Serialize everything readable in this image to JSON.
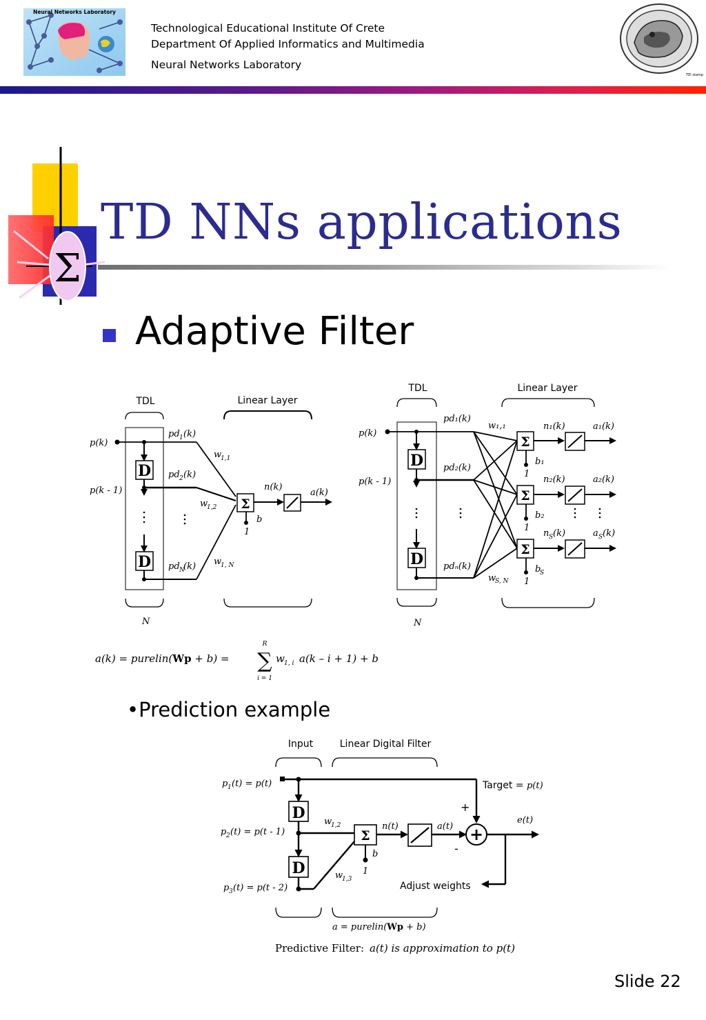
{
  "header": {
    "line1": "Technological Educational Institute Of Crete",
    "line2": "Department Of Applied Informatics and Multimedia",
    "line3": "Neural Networks Laboratory",
    "logo_text": "Neural Networks Laboratory",
    "seal_caption": "TEI stamp"
  },
  "colors": {
    "title": "#2b2c8f",
    "bullet": "#3333cc",
    "bar_start": "#1a1a8c",
    "bar_mid": "#8b1a8b",
    "bar_end": "#ff2200"
  },
  "title": "TD NNs applications",
  "bullet": "Adaptive Filter",
  "sub_bullet": "•Prediction example",
  "slide_number": "Slide 22",
  "diagram1": {
    "tdl": "TDL",
    "linear_layer": "Linear Layer",
    "p_k": "p(k)",
    "p_k1": "p(k - 1)",
    "pd1": "pd",
    "pd1_sub": "1",
    "pd2": "pd",
    "pd2_sub": "2",
    "pdN": "pd",
    "pdN_sub": "N",
    "k_arg": "(k)",
    "w11": "w",
    "w11_sub": "1,1",
    "w12": "w",
    "w12_sub": "1,2",
    "w1N": "w",
    "w1N_sub": "1, N",
    "n_k": "n(k)",
    "a_k": "a(k)",
    "b": "b",
    "one": "1",
    "N": "N",
    "D": "D",
    "sigma": "Σ"
  },
  "diagram2": {
    "tdl": "TDL",
    "linear_layer": "Linear Layer",
    "p_k": "p(k)",
    "p_k1": "p(k - 1)",
    "pd1": "pd₁(k)",
    "pd2": "pd₂(k)",
    "pdN": "pdₙ(k)",
    "w11": "w₁,₁",
    "wSN": "w",
    "wSN_sub": "S, N",
    "n1": "n₁(k)",
    "n2": "n₂(k)",
    "nS": "n",
    "nS_sub": "S",
    "nS_arg": "(k)",
    "a1": "a₁(k)",
    "a2": "a₂(k)",
    "aS": "a",
    "aS_sub": "S",
    "aS_arg": "(k)",
    "b1": "b₁",
    "b2": "b₂",
    "bS": "b",
    "bS_sub": "S",
    "one": "1",
    "N": "N",
    "D": "D",
    "sigma": "Σ"
  },
  "equation": {
    "lhs": "a(k)  =  purelin(",
    "Wp": "Wp",
    "mid": " + b)  =",
    "sum_top": "R",
    "sum_bottom": "i = 1",
    "w": "w",
    "w_sub": "1, i",
    "rhs": "a(k – i + 1) + b",
    "sigma": "∑"
  },
  "diagram3": {
    "input": "Input",
    "filter": "Linear  Digital Filter",
    "p1": "p",
    "p1_sub": "1",
    "p1_rest": "(t) = p(t)",
    "p2": "p",
    "p2_sub": "2",
    "p2_rest": "(t) = p(t - 1)",
    "p3": "p",
    "p3_sub": "3",
    "p3_rest": "(t) = p(t - 2)",
    "target": "Target = ",
    "target_val": "p(t)",
    "w12": "w",
    "w12_sub": "1,2",
    "w13": "w",
    "w13_sub": "1,3",
    "n_t": "n(t)",
    "a_t": "a(t)",
    "e_t": "e(t)",
    "b": "b",
    "one": "1",
    "plus": "+",
    "minus": "-",
    "adjust": "Adjust weights",
    "eq_a": "a = purelin(",
    "eq_Wp": "Wp",
    "eq_end": " + b)",
    "caption_left": "Predictive Filter:",
    "caption_right": "a(t) is approximation to p(t)",
    "D": "D",
    "sigma": "Σ",
    "sum_plus": "+"
  }
}
